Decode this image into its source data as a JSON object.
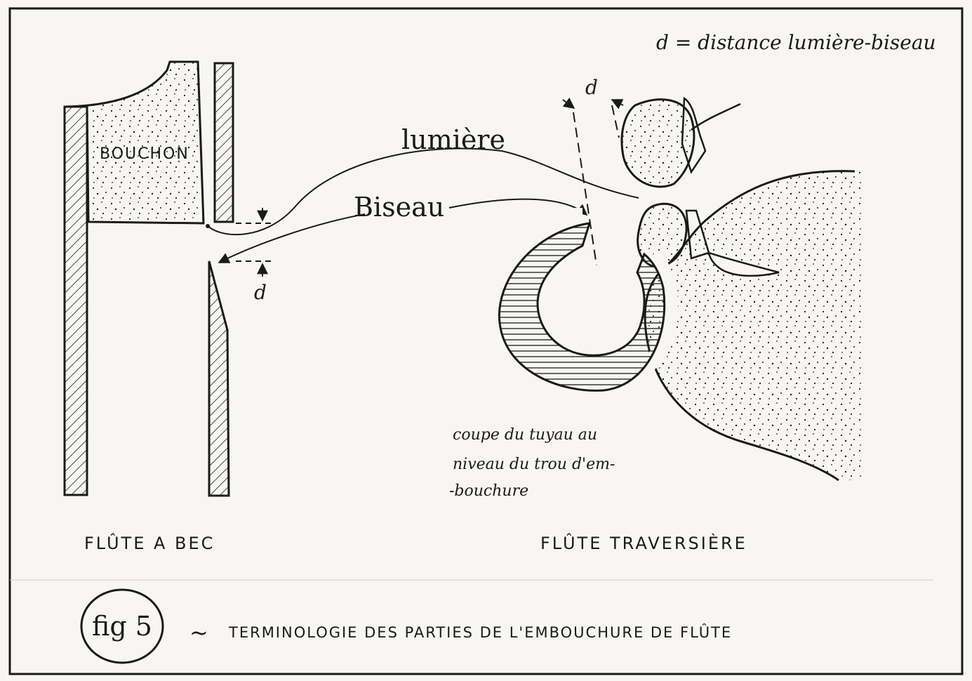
{
  "legend": {
    "d_definition": "d = distance lumière-biseau"
  },
  "labels": {
    "bouchon": "BOUCHON",
    "lumiere": "lumière",
    "biseau": "Biseau",
    "d_left": "d",
    "d_right": "d",
    "coupe_line1": "coupe du tuyau au",
    "coupe_line2": "niveau du trou d'em-",
    "coupe_line3": "-bouchure"
  },
  "captions": {
    "flute_a_bec": "FLÛTE A BEC",
    "flute_traversiere": "FLÛTE TRAVERSIÈRE"
  },
  "figure": {
    "number": "fig 5",
    "separator": "~",
    "title": "TERMINOLOGIE DES PARTIES DE L'EMBOUCHURE DE FLÛTE"
  },
  "colors": {
    "ink": "#1a1a1a",
    "paper": "#f7f6f3"
  }
}
